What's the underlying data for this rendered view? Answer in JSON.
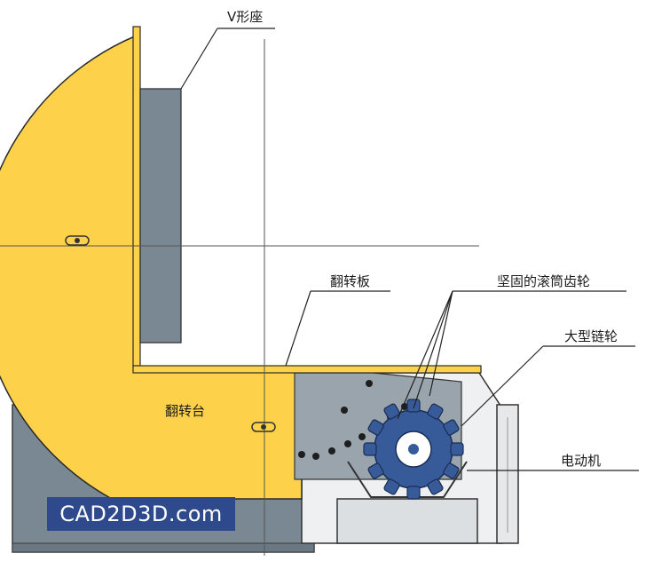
{
  "labels": {
    "v_seat": "V形座",
    "turn_plate": "翻转板",
    "fixed_roller_gear": "坚固的滚筒齿轮",
    "large_sprocket": "大型链轮",
    "motor": "电动机",
    "turntable": "翻转台"
  },
  "watermark": {
    "text": "CAD2D3D.com"
  },
  "colors": {
    "yellow": "#fdd24a",
    "gray_base": "#7a8894",
    "gray_dark": "#6a7884",
    "housing_light": "#cdd1d5",
    "sprocket": "#375a98",
    "watermark_bg": "#2e4a8c"
  }
}
